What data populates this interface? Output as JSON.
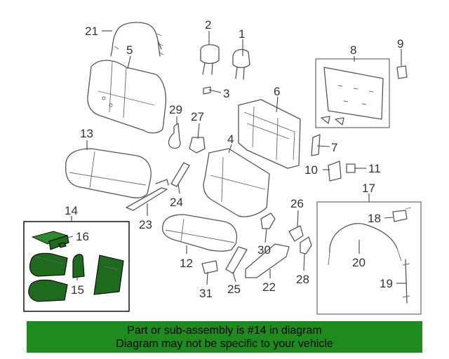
{
  "callouts": [
    "1",
    "2",
    "3",
    "4",
    "5",
    "6",
    "7",
    "8",
    "9",
    "10",
    "11",
    "12",
    "13",
    "14",
    "15",
    "16",
    "17",
    "18",
    "19",
    "20",
    "21",
    "22",
    "23",
    "24",
    "25",
    "26",
    "27",
    "28",
    "29",
    "30",
    "31"
  ],
  "highlight_color": "#1f8b1f",
  "banner": {
    "line1": "Part or sub-assembly is #14 in diagram",
    "line2": "Diagram may not be specific to your vehicle"
  }
}
